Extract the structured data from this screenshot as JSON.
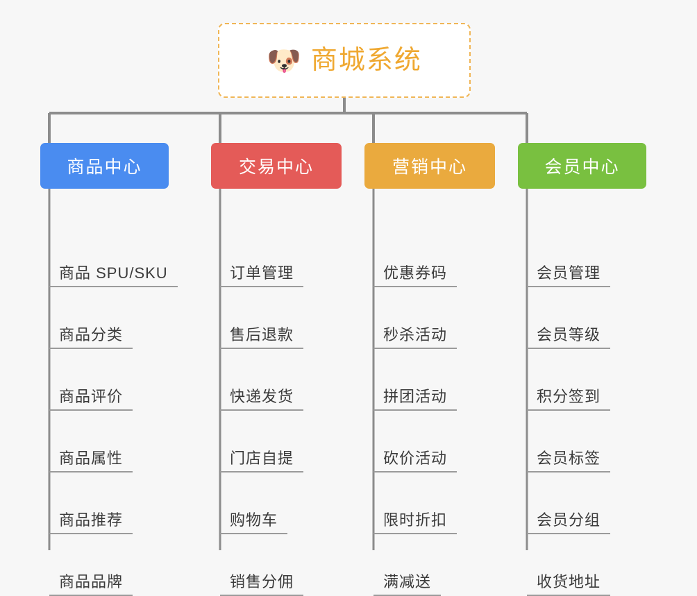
{
  "canvas": {
    "background_color": "#f7f7f7",
    "connector_color": "#8c8c8c",
    "leaf_text_color": "#3b3b3b",
    "leaf_rule_color": "#9b9b9b"
  },
  "root": {
    "title": "商城系统",
    "icon": "shiba-dog-face-icon",
    "icon_glyph": "🐶",
    "border_color": "#f0b657",
    "text_color": "#efa831",
    "background_color": "#ffffff",
    "border_style": "dashed"
  },
  "branches": [
    {
      "id": "product-center",
      "label": "商品中心",
      "color": "#4a8cf0",
      "leaves": [
        "商品 SPU/SKU",
        "商品分类",
        "商品评价",
        "商品属性",
        "商品推荐",
        "商品品牌"
      ]
    },
    {
      "id": "trade-center",
      "label": "交易中心",
      "color": "#e45b58",
      "leaves": [
        "订单管理",
        "售后退款",
        "快递发货",
        "门店自提",
        "购物车",
        "销售分佣"
      ]
    },
    {
      "id": "marketing-center",
      "label": "营销中心",
      "color": "#eaaa3e",
      "leaves": [
        "优惠券码",
        "秒杀活动",
        "拼团活动",
        "砍价活动",
        "限时折扣",
        "满减送"
      ]
    },
    {
      "id": "member-center",
      "label": "会员中心",
      "color": "#79c040",
      "leaves": [
        "会员管理",
        "会员等级",
        "积分签到",
        "会员标签",
        "会员分组",
        "收货地址"
      ]
    }
  ]
}
